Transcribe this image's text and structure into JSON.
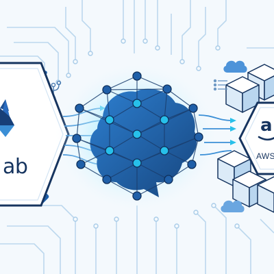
{
  "left_panel": {
    "text": "ab",
    "icon": "gitlab-fox-icon",
    "badge_icon": "git-branch-icon"
  },
  "right_panel": {
    "logo_text": "a",
    "text": "AWS",
    "cloud_icons": [
      "cloud-icon",
      "cloud-icon"
    ]
  },
  "network": {
    "icon": "brain-network-icon"
  },
  "colors": {
    "background": "#f4f9fd",
    "navy": "#16345f",
    "blue": "#1f5fa8",
    "mid_blue": "#3b8fd6",
    "cyan": "#27c0ea",
    "glow": "#9fe6ff",
    "light_line": "#bcd8ee"
  }
}
